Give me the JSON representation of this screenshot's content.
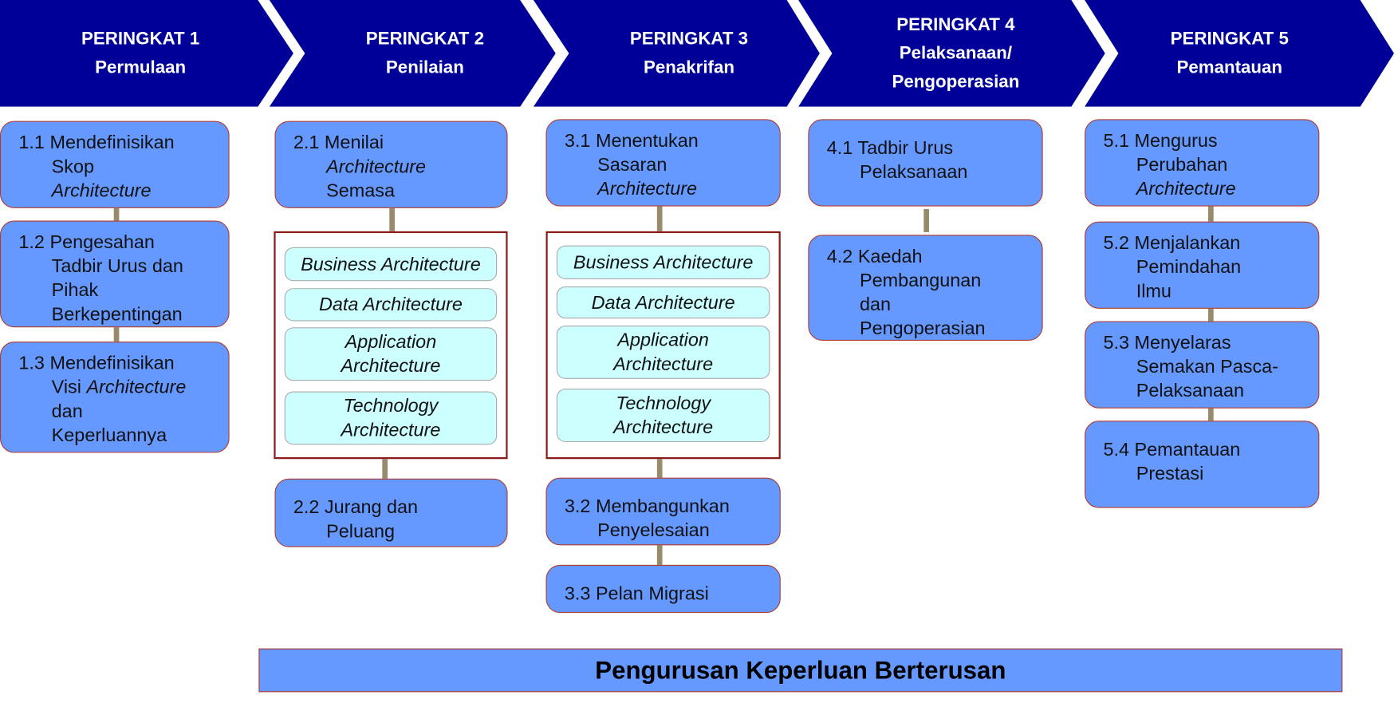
{
  "colors": {
    "header": "#000099",
    "box": "#6699ff",
    "box_border": "#b03a2e",
    "sub_box": "#ccffff",
    "connector": "#978b6b"
  },
  "stages": [
    {
      "title": "PERINGKAT 1",
      "subtitle": [
        "Permulaan"
      ],
      "items": [
        {
          "lines": [
            [
              "1.1 Mendefinisikan"
            ],
            [
              "Skop"
            ],
            [
              {
                "text": "Architecture",
                "italic": true
              }
            ]
          ]
        },
        {
          "lines": [
            [
              "1.2 Pengesahan"
            ],
            [
              "Tadbir Urus dan"
            ],
            [
              "Pihak"
            ],
            [
              "Berkepentingan"
            ]
          ]
        },
        {
          "lines": [
            [
              "1.3 Mendefinisikan"
            ],
            [
              "Visi ",
              {
                "text": "Architecture",
                "italic": true
              }
            ],
            [
              "dan"
            ],
            [
              "Keperluannya"
            ]
          ]
        }
      ]
    },
    {
      "title": "PERINGKAT 2",
      "subtitle": [
        "Penilaian"
      ],
      "items": [
        {
          "lines": [
            [
              "2.1 Menilai"
            ],
            [
              {
                "text": "Architecture",
                "italic": true
              }
            ],
            [
              "Semasa"
            ]
          ]
        },
        {
          "lines": [
            [
              "2.2 Jurang dan"
            ],
            [
              "Peluang"
            ]
          ]
        }
      ],
      "architectures": [
        [
          "Business Architecture"
        ],
        [
          "Data Architecture"
        ],
        [
          "Application",
          "Architecture"
        ],
        [
          "Technology",
          "Architecture"
        ]
      ]
    },
    {
      "title": "PERINGKAT 3",
      "subtitle": [
        "Penakrifan"
      ],
      "items": [
        {
          "lines": [
            [
              "3.1 Menentukan"
            ],
            [
              "Sasaran"
            ],
            [
              {
                "text": "Architecture",
                "italic": true
              }
            ]
          ]
        },
        {
          "lines": [
            [
              "3.2 Membangunkan"
            ],
            [
              "Penyelesaian"
            ]
          ]
        },
        {
          "lines": [
            [
              "3.3 Pelan Migrasi"
            ]
          ]
        }
      ],
      "architectures": [
        [
          "Business Architecture"
        ],
        [
          "Data Architecture"
        ],
        [
          "Application",
          "Architecture"
        ],
        [
          "Technology",
          "Architecture"
        ]
      ]
    },
    {
      "title": "PERINGKAT 4",
      "subtitle": [
        "Pelaksanaan/",
        "Pengoperasian"
      ],
      "items": [
        {
          "lines": [
            [
              "4.1 Tadbir Urus"
            ],
            [
              "Pelaksanaan"
            ]
          ]
        },
        {
          "lines": [
            [
              "4.2 Kaedah"
            ],
            [
              "Pembangunan"
            ],
            [
              "dan"
            ],
            [
              "Pengoperasian"
            ]
          ]
        }
      ]
    },
    {
      "title": "PERINGKAT 5",
      "subtitle": [
        "Pemantauan"
      ],
      "items": [
        {
          "lines": [
            [
              "5.1 Mengurus"
            ],
            [
              "Perubahan"
            ],
            [
              {
                "text": "Architecture",
                "italic": true
              }
            ]
          ]
        },
        {
          "lines": [
            [
              "5.2 Menjalankan"
            ],
            [
              "Pemindahan"
            ],
            [
              "Ilmu"
            ]
          ]
        },
        {
          "lines": [
            [
              "5.3 Menyelaras"
            ],
            [
              "Semakan Pasca-"
            ],
            [
              "Pelaksanaan"
            ]
          ]
        },
        {
          "lines": [
            [
              "5.4 Pemantauan"
            ],
            [
              "Prestasi"
            ]
          ]
        }
      ]
    }
  ],
  "footer": "Pengurusan Keperluan Berterusan"
}
